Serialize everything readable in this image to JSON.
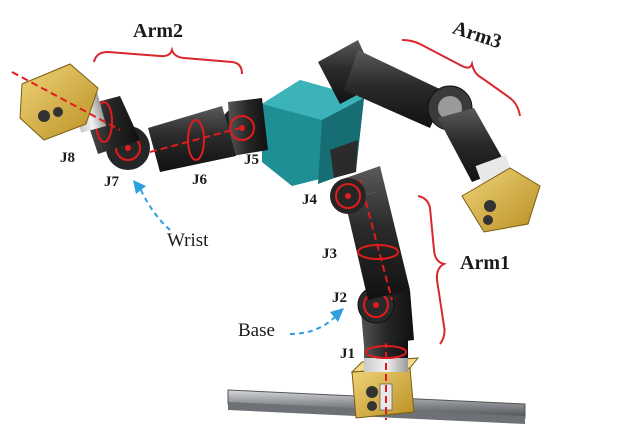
{
  "colors": {
    "bracket": "#d9272e",
    "axis_marker": "#e21c1c",
    "hub_teal": "#1f8f96",
    "link_dark": "#2b2b2b",
    "gripper_gold": "#d9b442",
    "rail_gray": "#8a8d91",
    "leader_blue": "#2f9fe0"
  },
  "labels": {
    "arm1": "Arm1",
    "arm2": "Arm2",
    "arm3": "Arm3",
    "wrist": "Wrist",
    "base": "Base",
    "j1": "J1",
    "j2": "J2",
    "j3": "J3",
    "j4": "J4",
    "j5": "J5",
    "j6": "J6",
    "j7": "J7",
    "j8": "J8"
  }
}
